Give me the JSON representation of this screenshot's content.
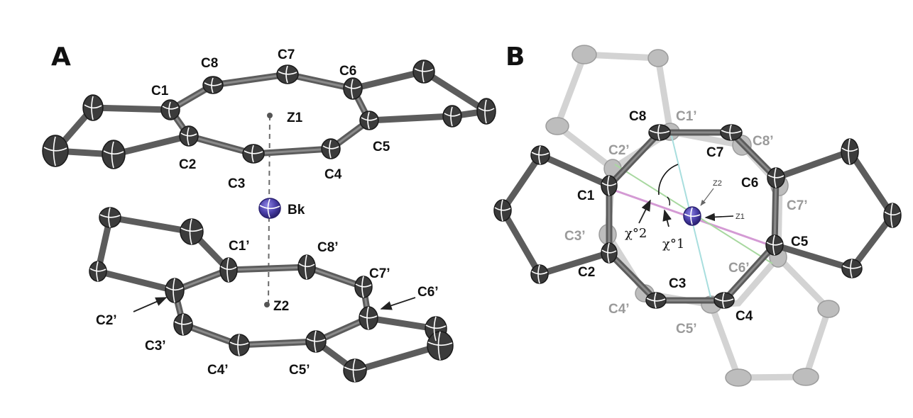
{
  "panels": [
    {
      "id": "A",
      "label": "A"
    },
    {
      "id": "B",
      "label": "B"
    }
  ],
  "panel_a": {
    "centroid_labels": [
      "Z1",
      "Z2"
    ],
    "metal_label": "Bk",
    "upper_ring_labels": [
      "C1",
      "C2",
      "C3",
      "C4",
      "C5",
      "C6",
      "C7",
      "C8"
    ],
    "lower_ring_labels": [
      "C1’",
      "C2’",
      "C3’",
      "C4’",
      "C5’",
      "C6’",
      "C7’",
      "C8’"
    ]
  },
  "panel_b": {
    "front_ring_labels": [
      "C1",
      "C2",
      "C3",
      "C4",
      "C5",
      "C6",
      "C7",
      "C8"
    ],
    "back_ring_labels": [
      "C1’",
      "C2’",
      "C3’",
      "C4’",
      "C5’",
      "C6’",
      "C7’",
      "C8’"
    ],
    "centroid_labels": [
      "Z1",
      "Z2"
    ],
    "angle_labels": [
      "χ°2",
      "χ°1"
    ]
  },
  "colors": {
    "bond": "#5c5c5c",
    "atom": "#3b3b3b",
    "rear_molecule": "#bdbdbd",
    "berkelium": "#4a3fa8",
    "plane_line_magenta": "#d49ad4",
    "plane_line_green": "#a8d8a0",
    "plane_line_cyan": "#a8dede"
  }
}
